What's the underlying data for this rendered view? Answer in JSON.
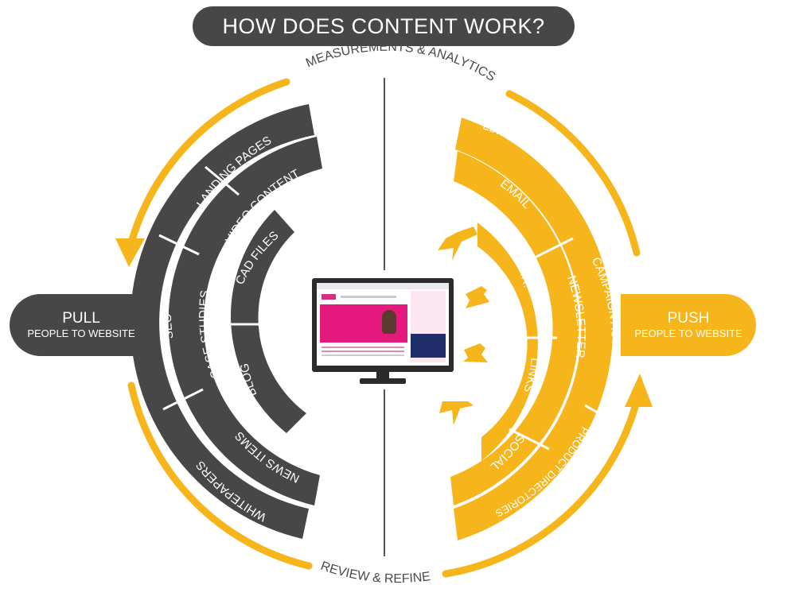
{
  "title": "HOW DOES CONTENT WORK?",
  "top_label": "MEASUREMENTS & ANALYTICS",
  "bottom_label": "REVIEW & REFINE",
  "pull": {
    "title": "PULL",
    "subtitle": "PEOPLE TO WEBSITE"
  },
  "push": {
    "title": "PUSH",
    "subtitle": "PEOPLE TO WEBSITE"
  },
  "pull_segments": {
    "inner": [
      "CAD FILES",
      "BLOG"
    ],
    "middle": [
      "VIDEO CONTENT",
      "CASE STUDIES",
      "NEWS ITEMS"
    ],
    "outer": [
      "LANDING PAGES",
      "SEO",
      "WHITEPAPERS"
    ]
  },
  "push_segments": {
    "inner": [
      "EMAIL",
      "P.R.",
      "LINKS",
      "SOCIAL"
    ],
    "middle": [
      "EDITORIAL RELATED ADV.",
      "NEWSLETTER",
      "PRODUCT DIRECTORIES"
    ],
    "outer": [
      "CAMPAIGN ACTIVITY"
    ]
  },
  "colors": {
    "dark": "#474747",
    "accent": "#f7b51c",
    "divider": "#555555",
    "text_dark": "#4a4a4a"
  }
}
